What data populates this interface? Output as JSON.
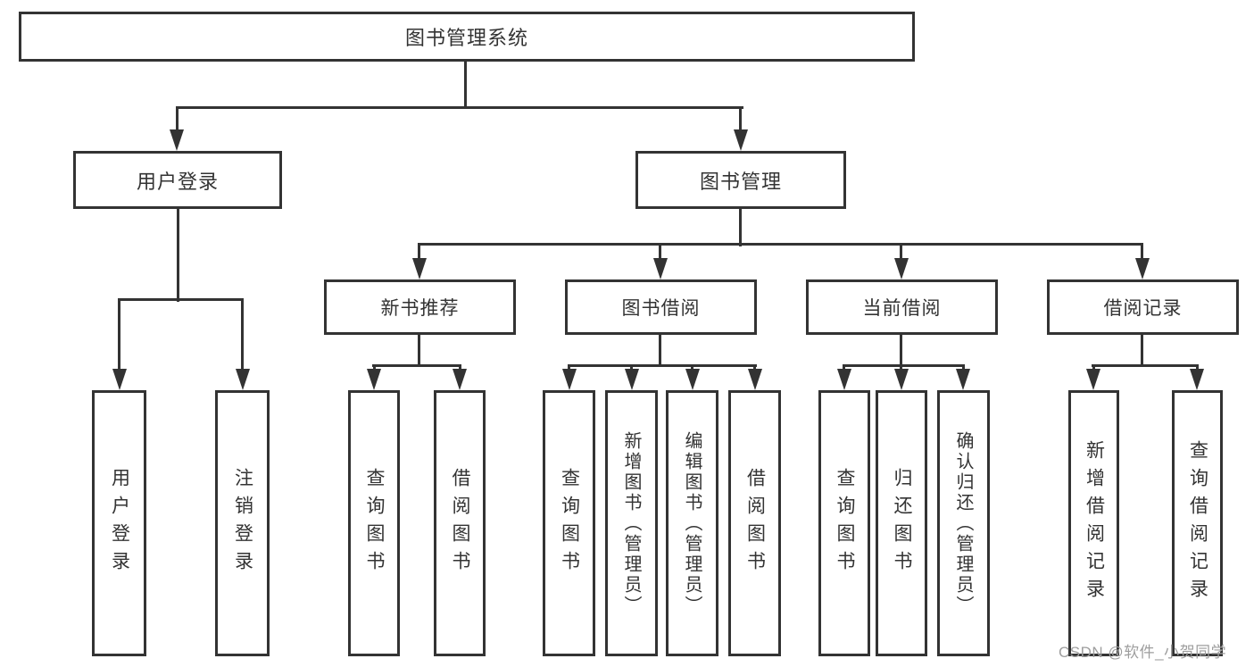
{
  "diagram": {
    "title": "图书管理系统",
    "root": {
      "label": "图书管理系统"
    },
    "branches": [
      {
        "label": "用户登录",
        "children": [
          {
            "label": "用户登录"
          },
          {
            "label": "注销登录"
          }
        ]
      },
      {
        "label": "图书管理",
        "children": [
          {
            "label": "新书推荐",
            "children": [
              {
                "label": "查询图书"
              },
              {
                "label": "借阅图书"
              }
            ]
          },
          {
            "label": "图书借阅",
            "children": [
              {
                "label": "查询图书"
              },
              {
                "label": "新增图书（管理员）"
              },
              {
                "label": "编辑图书（管理员）"
              },
              {
                "label": "借阅图书"
              }
            ]
          },
          {
            "label": "当前借阅",
            "children": [
              {
                "label": "查询图书"
              },
              {
                "label": "归还图书"
              },
              {
                "label": "确认归还（管理员）"
              }
            ]
          },
          {
            "label": "借阅记录",
            "children": [
              {
                "label": "新增借阅记录"
              },
              {
                "label": "查询借阅记录"
              }
            ]
          }
        ]
      }
    ],
    "watermark": "CSDN @软件_小贺同学",
    "colors": {
      "line": "#333333",
      "text": "#333333",
      "background": "#ffffff",
      "watermark": "#9e9e9e"
    }
  }
}
